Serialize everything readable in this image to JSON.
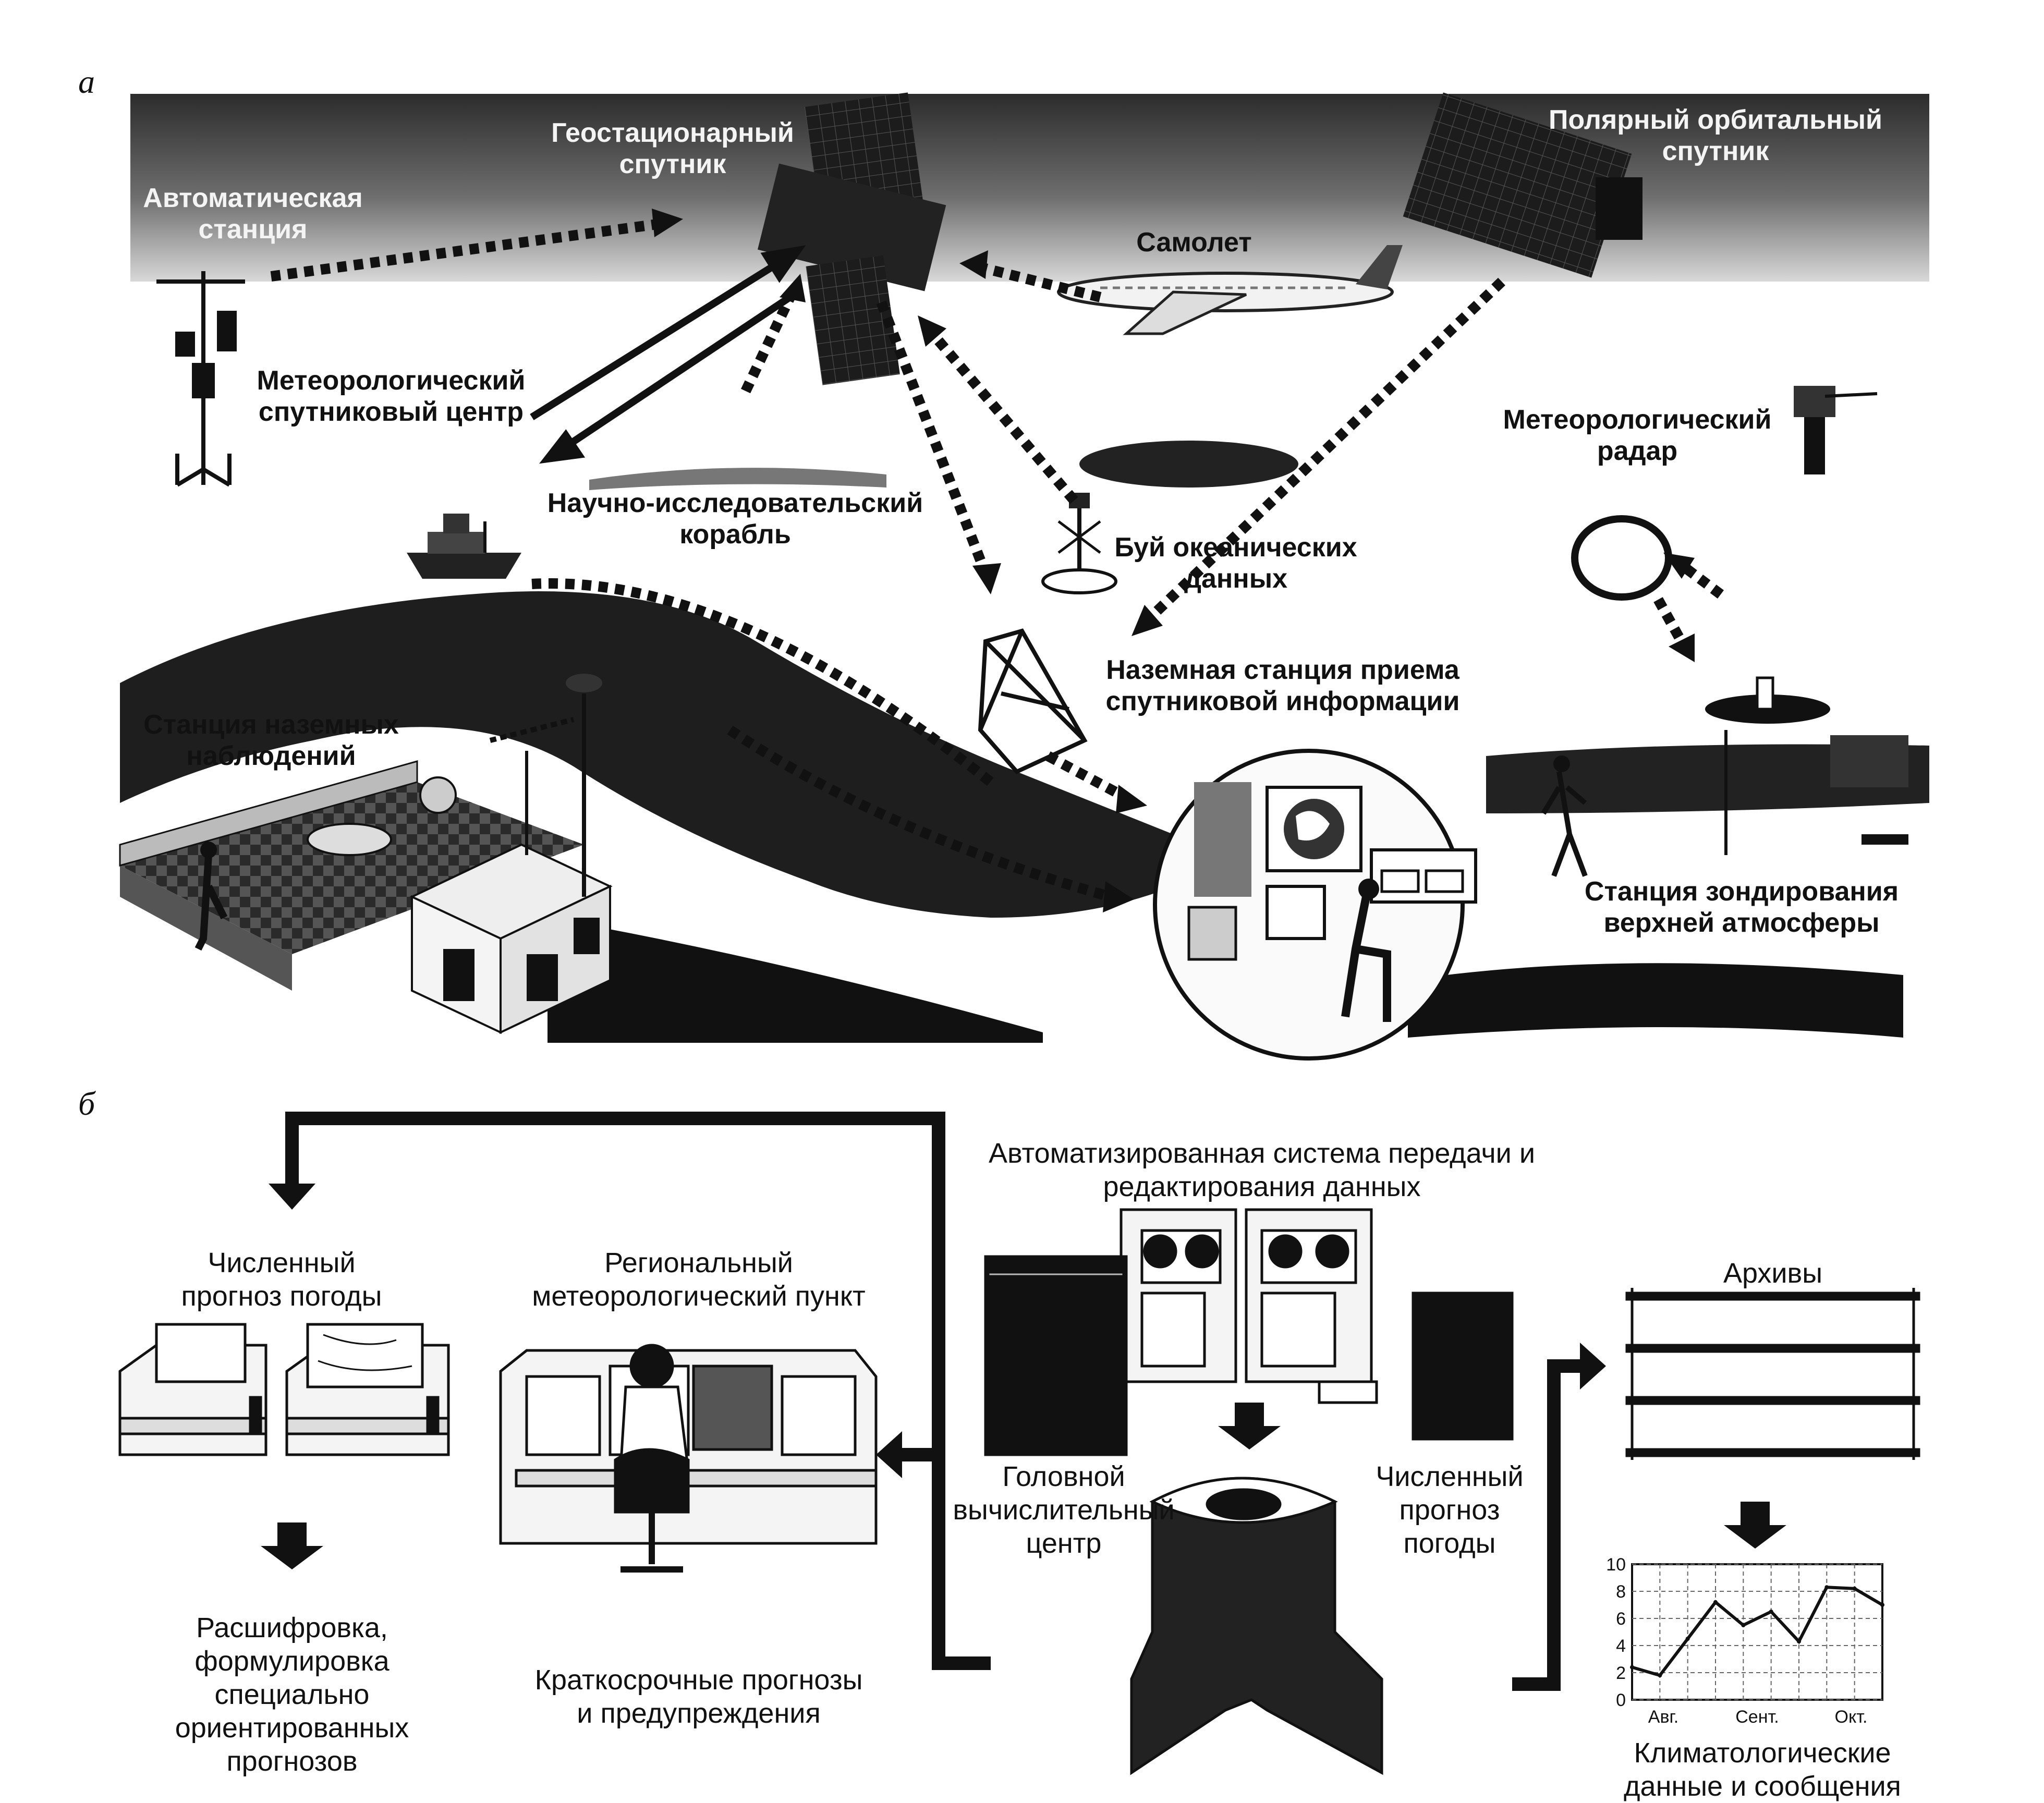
{
  "panel_a": {
    "letter": "а",
    "labels": {
      "geo_satellite": [
        "Геостационарный",
        "спутник"
      ],
      "polar_satellite": [
        "Полярный орбитальный",
        "спутник"
      ],
      "auto_station": [
        "Автоматическая",
        "станция"
      ],
      "airplane": "Самолет",
      "sat_center": [
        "Метеорологический",
        "спутниковый центр"
      ],
      "ship": [
        "Научно-исследовательский",
        "корабль"
      ],
      "buoy": [
        "Буй океанических",
        "данных"
      ],
      "radar": [
        "Метеорологический",
        "радар"
      ],
      "ground_receiving": [
        "Наземная станция приема",
        "спутниковой информации"
      ],
      "surface_station": [
        "Станция наземных",
        "наблюдений"
      ],
      "upper_air": [
        "Станция зондирования",
        "верхней атмосферы"
      ]
    }
  },
  "panel_b": {
    "letter": "б",
    "labels": {
      "gts": [
        "Автоматизированная система передачи и",
        "редактирования данных"
      ],
      "nwp_left": [
        "Численный",
        "прогноз погоды"
      ],
      "regional": [
        "Региональный",
        "метеорологический пункт"
      ],
      "archives": "Архивы",
      "main_center": [
        "Головной",
        "вычислительный",
        "центр"
      ],
      "nwp_right": [
        "Численный",
        "прогноз",
        "погоды"
      ],
      "decoding": [
        "Расшифровка,",
        "формулировка",
        "специально",
        "ориентированных",
        "прогнозов"
      ],
      "short_range": [
        "Краткосрочные прогнозы",
        "и предупреждения"
      ],
      "climate": [
        "Климатологические",
        "данные и сообщения"
      ]
    }
  },
  "chart_data": {
    "type": "line",
    "categories": [
      "Авг.",
      "Сент.",
      "Окт."
    ],
    "y_ticks": [
      0,
      2,
      4,
      6,
      8,
      10
    ],
    "ylim": [
      0,
      10
    ],
    "grid": true,
    "series": [
      {
        "values": [
          2.4,
          1.8,
          4.5,
          7.2,
          5.5,
          6.5,
          4.3,
          8.3,
          8.2,
          7.0
        ]
      }
    ]
  }
}
